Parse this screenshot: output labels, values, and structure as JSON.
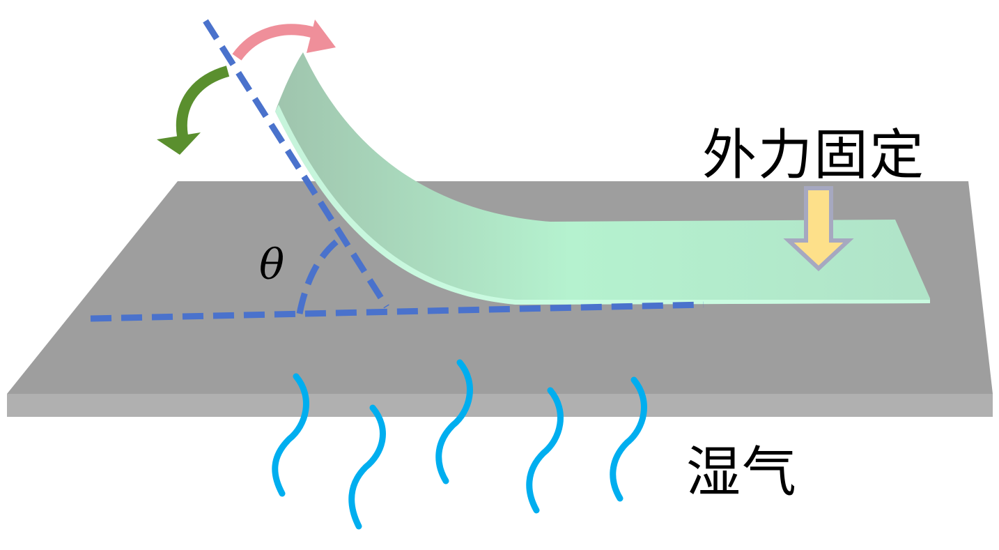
{
  "labels": {
    "force": "外力固定",
    "moisture": "湿气",
    "angle": "θ"
  },
  "colors": {
    "plate_top": "#9e9e9e",
    "plate_side": "#b0b0b0",
    "film": "#b3f0cc",
    "dashed_line": "#4a72cc",
    "bend_arrow": "#ef8f9a",
    "recover_arrow": "#5a8f2e",
    "force_arrow": "#fde08a",
    "moisture_wave": "#00aeef"
  }
}
